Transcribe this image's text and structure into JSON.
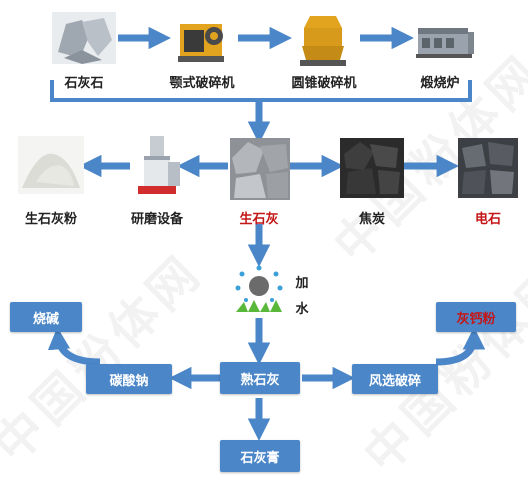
{
  "watermark": "中国粉体网",
  "colors": {
    "arrow": "#4a86c8",
    "box": "#4a86c8",
    "red_text": "#c41616",
    "water": "#3ba0d8",
    "grass": "#59b83a"
  },
  "top_row": {
    "limestone": "石灰石",
    "jaw_crusher": "颚式破碎机",
    "cone_crusher": "圆锥破碎机",
    "kiln": "煅烧炉"
  },
  "middle_row": {
    "quicklime_powder": "生石灰粉",
    "grinding_equipment": "研磨设备",
    "quicklime": "生石灰",
    "coke": "焦炭",
    "calcium_carbide": "电石"
  },
  "water_step": {
    "add": "加",
    "water": "水"
  },
  "boxes": {
    "caustic_soda": "烧碱",
    "calcium_powder": "灰钙粉",
    "sodium_carbonate": "碳酸钠",
    "slaked_lime": "熟石灰",
    "air_classifier_crushing": "风选破碎",
    "lime_paste": "石灰膏"
  }
}
